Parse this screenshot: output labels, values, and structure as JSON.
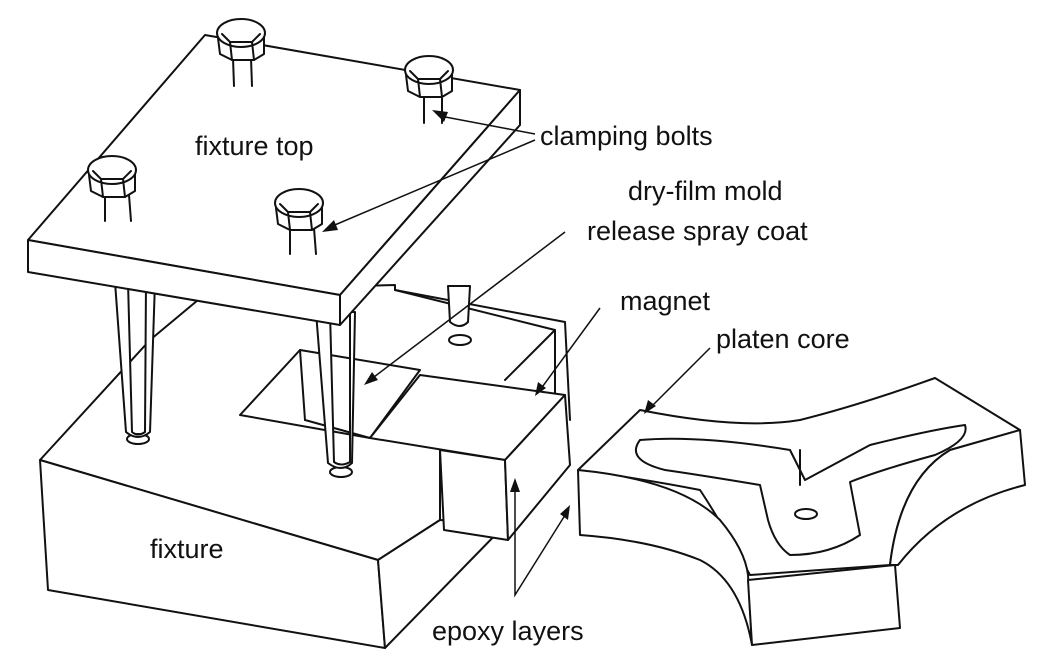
{
  "diagram": {
    "type": "exploded-isometric-assembly",
    "line_color": "#111111",
    "background": "#ffffff",
    "labels": {
      "fixture_top": "fixture top",
      "clamping_bolts": "clamping bolts",
      "mold_release_line1": "dry-film mold",
      "mold_release_line2": "release spray coat",
      "magnet": "magnet",
      "platen_core": "platen core",
      "fixture": "fixture",
      "epoxy_layers": "epoxy layers"
    },
    "components": [
      {
        "id": "fixture-top",
        "name": "fixture top"
      },
      {
        "id": "clamping-bolt",
        "name": "clamping bolts",
        "count": 4
      },
      {
        "id": "fixture",
        "name": "fixture"
      },
      {
        "id": "magnet",
        "name": "magnet"
      },
      {
        "id": "platen-core",
        "name": "platen core"
      },
      {
        "id": "epoxy-layers",
        "name": "epoxy layers"
      },
      {
        "id": "mold-release",
        "name": "dry-film mold release spray coat"
      }
    ]
  }
}
